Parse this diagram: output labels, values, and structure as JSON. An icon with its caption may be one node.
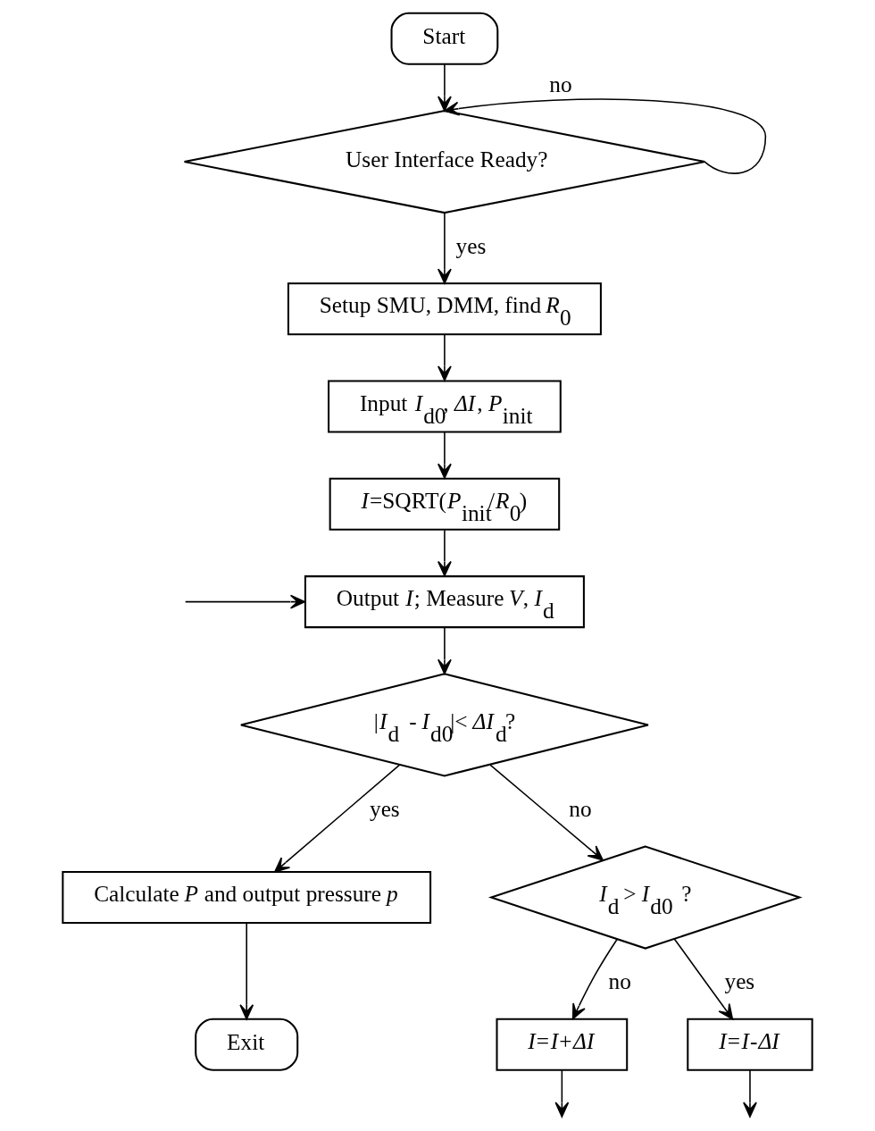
{
  "diagram": {
    "nodes": [
      {
        "text": [
          "Start"
        ]
      },
      {
        "text": [
          "User Interface Ready?"
        ]
      },
      {
        "text": [
          "Setup SMU, DMM, find *R*$_{0}$"
        ]
      },
      {
        "text": [
          "Input *I*$_{d0}$, *ΔI*, *P*$_{init}$"
        ]
      },
      {
        "text": [
          "*I*=SQRT(*P*$_{init}$/*R*$_{0}$)"
        ]
      },
      {
        "text": [
          "Output *I*; Measure *V*, *I*$_{d}$"
        ]
      },
      {
        "text": [
          "|*I*$_{d}$ - *I*$_{d0}$|< *ΔI*$_{d}$?"
        ]
      },
      {
        "text": [
          "Calculate *P* and output pressure *p*"
        ]
      },
      {
        "text": [
          "Exit"
        ]
      },
      {
        "text": [
          "*I*$_{d}$ > *I*$_{d0}$ ?"
        ]
      },
      {
        "text": [
          "*I*=*I*+*ΔI*"
        ]
      },
      {
        "text": [
          "*I*=*I*-*ΔI*"
        ]
      }
    ],
    "edges": [
      {
        "from": 0,
        "to": 1,
        "arrow": "to"
      },
      {
        "from": 1,
        "to": 1,
        "arrow": "to",
        "label": "no"
      },
      {
        "from": 1,
        "to": 2,
        "arrow": "to",
        "label": "yes"
      },
      {
        "from": 2,
        "to": 3,
        "arrow": "to"
      },
      {
        "from": 3,
        "to": 4,
        "arrow": "to"
      },
      {
        "from": 4,
        "to": 5,
        "arrow": "to"
      },
      {
        "from": null,
        "to": 5,
        "arrow": "to"
      },
      {
        "from": 5,
        "to": 6,
        "arrow": "to"
      },
      {
        "from": 6,
        "to": 7,
        "arrow": "to",
        "label": "yes"
      },
      {
        "from": 6,
        "to": 9,
        "arrow": "to",
        "label": "no"
      },
      {
        "from": 9,
        "to": 10,
        "arrow": "to",
        "label": "no"
      },
      {
        "from": 9,
        "to": 11,
        "arrow": "to",
        "label": "yes"
      },
      {
        "from": 7,
        "to": 8,
        "arrow": "to"
      },
      {
        "from": 10,
        "to": null,
        "arrow": "to"
      },
      {
        "from": 11,
        "to": null,
        "arrow": "to"
      }
    ]
  }
}
